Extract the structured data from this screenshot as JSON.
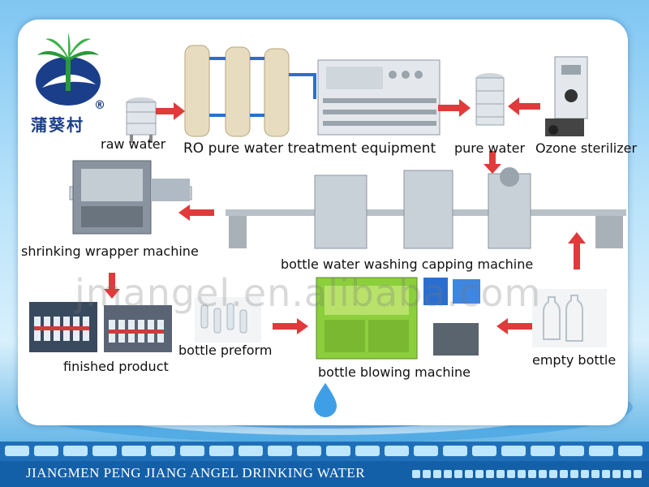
{
  "brand": {
    "logo_text": "蒲葵村",
    "registered_mark": "®",
    "colors": {
      "logo_blue": "#1a3e8a",
      "logo_green": "#2a9a3a"
    }
  },
  "steps": {
    "raw_water": "raw water",
    "ro_treatment": "RO pure water treatment equipment",
    "pure_water": "pure water",
    "ozone_sterilizer": "Ozone sterilizer",
    "shrinking_wrapper": "shrinking wrapper machine",
    "washing_capping": "bottle water washing capping machine",
    "finished_product": "finished product",
    "bottle_preform": "bottle preform",
    "bottle_blowing": "bottle blowing machine",
    "empty_bottle": "empty bottle"
  },
  "watermark": "jmangel.en.alibaba.com",
  "footer": {
    "company": "JIANGMEN PENG JIANG  ANGEL DRINKING WATER"
  },
  "colors": {
    "arrow_red": "#e03a3a",
    "footer_blue": "#1460a8",
    "accent_light": "#bfe6ff"
  }
}
